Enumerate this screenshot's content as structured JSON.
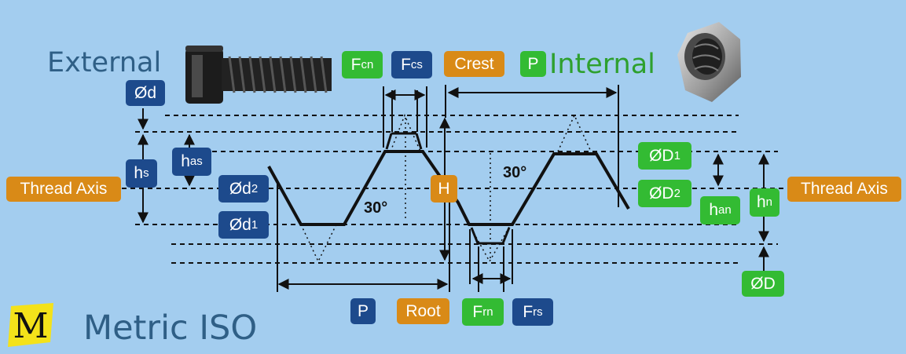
{
  "titles": {
    "external": "External",
    "internal": "Internal",
    "metric": "Metric ISO",
    "logo_letter": "M"
  },
  "labels": {
    "d": "Ød",
    "hs_main": "h",
    "hs_sub": "s",
    "has_main": "h",
    "has_sub": "as",
    "d2_main": "Ød",
    "d2_sub": "2",
    "d1_main": "Ød",
    "d1_sub": "1",
    "thread_axis_left": "Thread Axis",
    "thread_axis_right": "Thread Axis",
    "fcn_main": "F",
    "fcn_sub": "cn",
    "fcs_main": "F",
    "fcs_sub": "cs",
    "crest": "Crest",
    "p_top": "P",
    "H": "H",
    "D1_main": "ØD",
    "D1_sub": "1",
    "D2_main": "ØD",
    "D2_sub": "2",
    "han_main": "h",
    "han_sub": "an",
    "hn_main": "h",
    "hn_sub": "n",
    "D": "ØD",
    "p_bottom": "P",
    "root": "Root",
    "frn_main": "F",
    "frn_sub": "rn",
    "frs_main": "F",
    "frs_sub": "rs",
    "angle_left": "30°",
    "angle_right": "30°"
  },
  "colors": {
    "background": "#a3cdef",
    "blue_label": "#1d4a8c",
    "green_label": "#33bb33",
    "orange_label": "#d98a17",
    "title_blue": "#2f5f86",
    "title_green": "#2ea02e",
    "logo_yellow": "#f4e21a"
  },
  "icons": {
    "bolt": "hex-bolt-icon",
    "nut": "hex-nut-icon",
    "logo": "metric-m-logo-icon"
  }
}
